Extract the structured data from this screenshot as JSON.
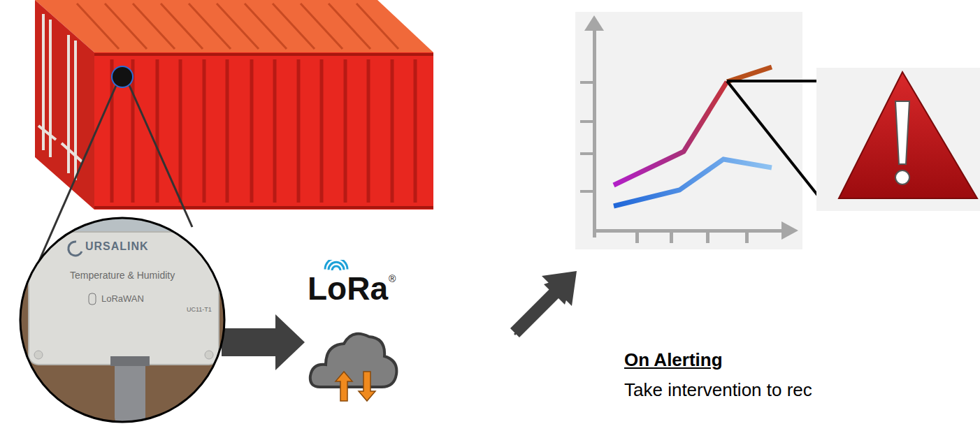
{
  "diagram": {
    "nodes": [
      {
        "text": [
          "URSALINK",
          "Temperature & Humidity",
          "LoRaWAN",
          "UC11-T1"
        ]
      },
      {
        "text": [
          "LoRa",
          "®"
        ]
      }
    ],
    "edges": [
      {
        "from": 0,
        "to": 1,
        "arrow": "to"
      }
    ],
    "labels": [
      "On Alerting",
      "Take intervention to rec"
    ]
  }
}
